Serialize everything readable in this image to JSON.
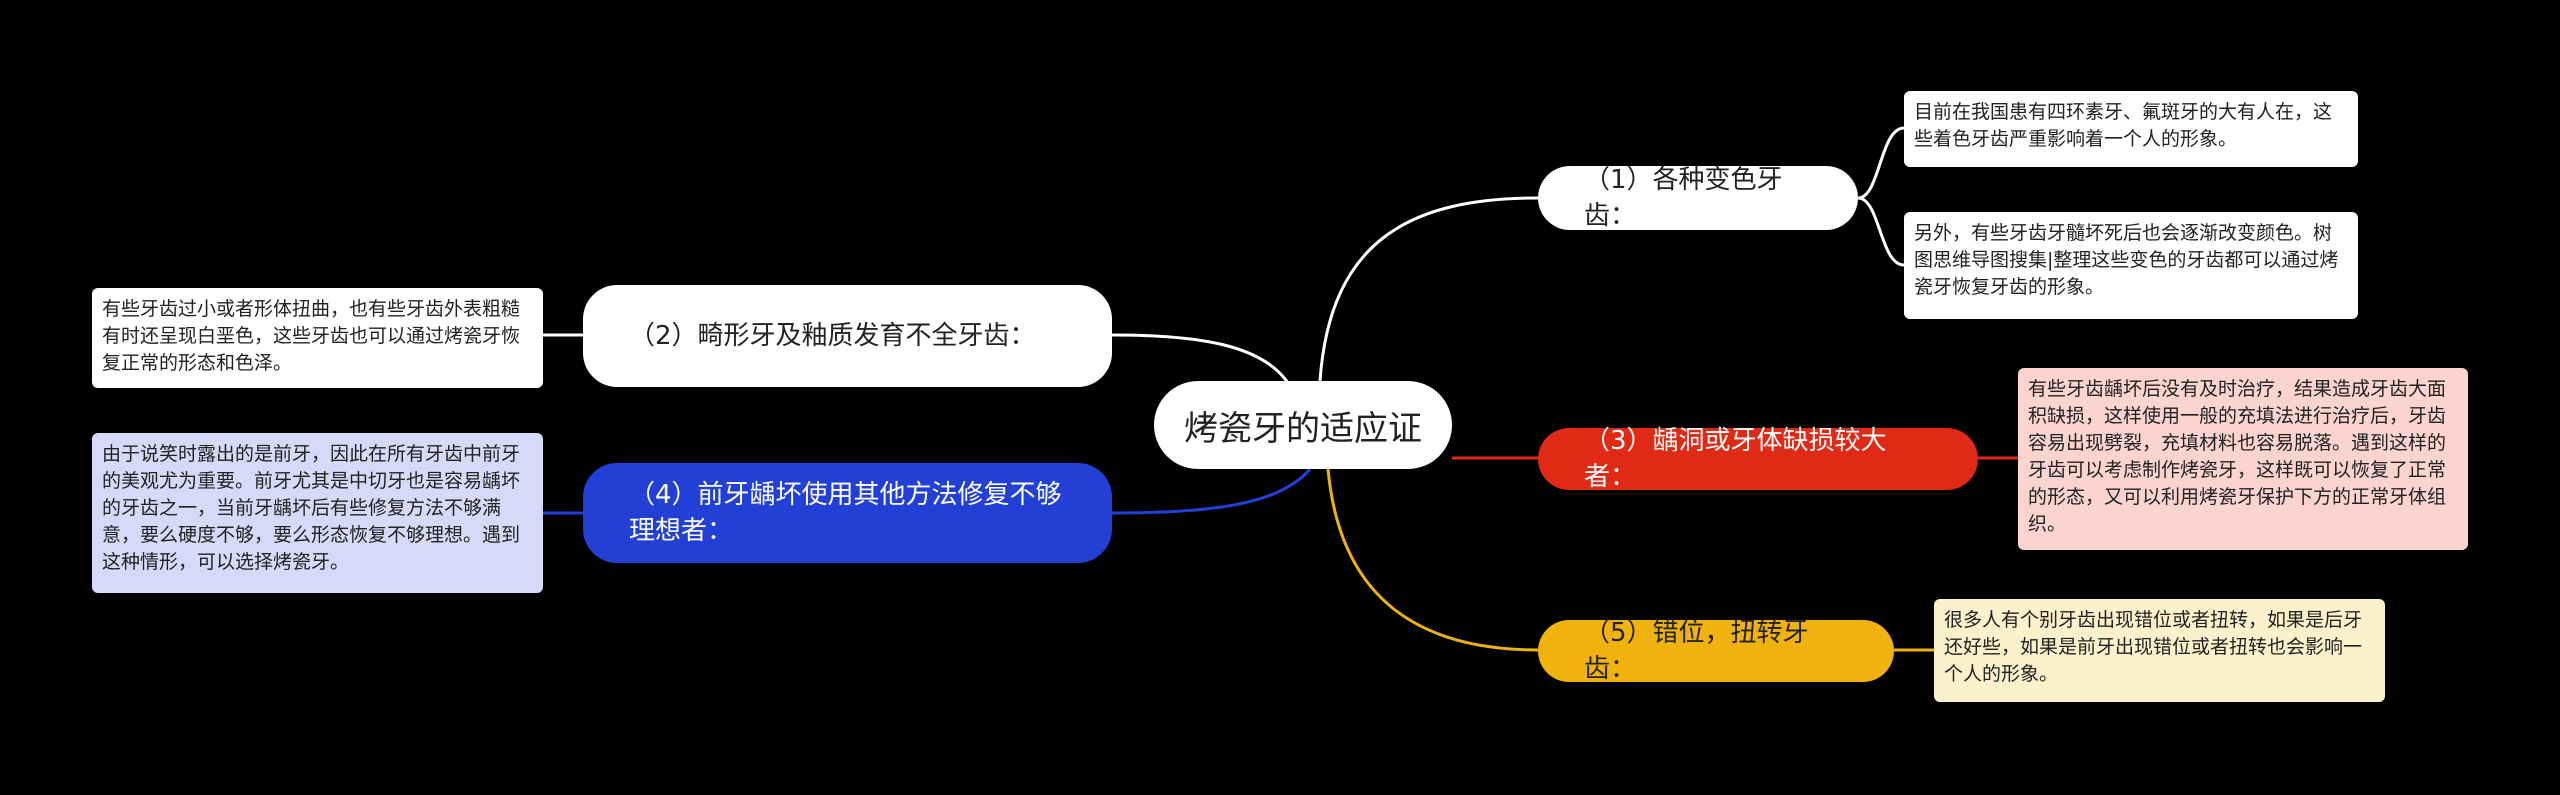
{
  "colors": {
    "background": "#000000",
    "white_branch": "#ffffff",
    "red_branch": "#e02a16",
    "blue_branch": "#2240d6",
    "yellow_branch": "#f0b20c",
    "red_leaf": "#fbd4cf",
    "blue_leaf": "#d4daf7",
    "yellow_leaf": "#fdf1cc",
    "white_leaf": "#ffffff"
  },
  "root": {
    "title": "烤瓷牙的适应证"
  },
  "branches": [
    {
      "label": "（1）各种变色牙齿：",
      "leaves": [
        "目前在我国患有四环素牙、氟斑牙的大有人在，这些着色牙齿严重影响着一个人的形象。",
        "另外，有些牙齿牙髓坏死后也会逐渐改变颜色。树图思维导图搜集|整理这些变色的牙齿都可以通过烤瓷牙恢复牙齿的形象。"
      ]
    },
    {
      "label": "（2）畸形牙及釉质发育不全牙齿：",
      "leaves": [
        "有些牙齿过小或者形体扭曲，也有些牙齿外表粗糙有时还呈现白垩色，这些牙齿也可以通过烤瓷牙恢复正常的形态和色泽。"
      ]
    },
    {
      "label": "（3）龋洞或牙体缺损较大者：",
      "leaves": [
        "有些牙齿龋坏后没有及时治疗，结果造成牙齿大面积缺损，这样使用一般的充填法进行治疗后，牙齿容易出现劈裂，充填材料也容易脱落。遇到这样的牙齿可以考虑制作烤瓷牙，这样既可以恢复了正常的形态，又可以利用烤瓷牙保护下方的正常牙体组织。"
      ]
    },
    {
      "label": "（4）前牙龋坏使用其他方法修复不够理想者：",
      "leaves": [
        "由于说笑时露出的是前牙，因此在所有牙齿中前牙的美观尤为重要。前牙尤其是中切牙也是容易龋坏的牙齿之一，当前牙龋坏后有些修复方法不够满意，要么硬度不够，要么形态恢复不够理想。遇到这种情形，可以选择烤瓷牙。"
      ]
    },
    {
      "label": "（5）错位，扭转牙齿：",
      "leaves": [
        "很多人有个别牙齿出现错位或者扭转，如果是后牙还好些，如果是前牙出现错位或者扭转也会影响一个人的形象。"
      ]
    }
  ]
}
